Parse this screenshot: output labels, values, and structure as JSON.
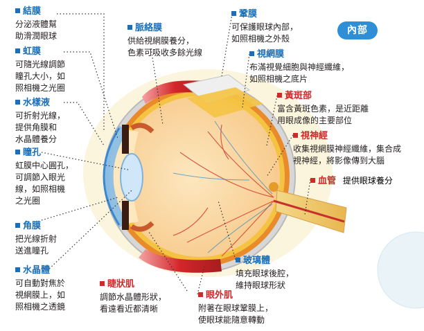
{
  "badge": "內部",
  "labels": {
    "conjunctiva": {
      "title": "結膜",
      "desc": "分泌液體幫\n助滑潤眼球"
    },
    "iris": {
      "title": "虹膜",
      "desc": "可隨光線調節\n瞳孔大小，如\n照相機之光圈"
    },
    "aqueous": {
      "title": "水樣液",
      "desc": "可折射光線，\n提供角膜和\n水晶體養分"
    },
    "pupil": {
      "title": "瞳孔",
      "desc": "虹膜中心圓孔，\n可調節入眼光\n線，如照相機\n之光圈"
    },
    "cornea": {
      "title": "角膜",
      "desc": "把光線折射\n送進瞳孔"
    },
    "lens": {
      "title": "水晶體",
      "desc": "可自動對焦於\n視網膜上，如\n照相機之透鏡"
    },
    "ciliary": {
      "title": "睫狀肌",
      "desc": "調節水晶體形狀，\n看遠看近都清晰"
    },
    "choroid": {
      "title": "脈絡膜",
      "desc": "供給視網膜養分，\n色素可吸收多餘光線"
    },
    "sclera": {
      "title": "鞏膜",
      "desc": "可保護眼球內部，\n如照相機之外殼"
    },
    "retina": {
      "title": "視網膜",
      "desc": "布滿視覺細胞與神經纖維，\n如照相機之底片"
    },
    "macula": {
      "title": "黃斑部",
      "desc": "富含黃斑色素，是近距離\n用眼成像的主要部位"
    },
    "optic": {
      "title": "視神經",
      "desc": "收集視網膜神經纖維，集合成\n視神經，將影像傳到大腦"
    },
    "vessel": {
      "title": "血管",
      "desc": "提供眼球養分"
    },
    "vitreous": {
      "title": "玻璃體",
      "desc": "填充眼球後腔，\n維持眼球形狀"
    },
    "extraocular": {
      "title": "眼外肌",
      "desc": "附著在眼球鞏膜上，\n使眼球能隨意轉動"
    }
  },
  "colors": {
    "blue_title": "#1a6fb8",
    "red_title": "#cf2a2a",
    "badge_bg": "#2f8fd6"
  }
}
